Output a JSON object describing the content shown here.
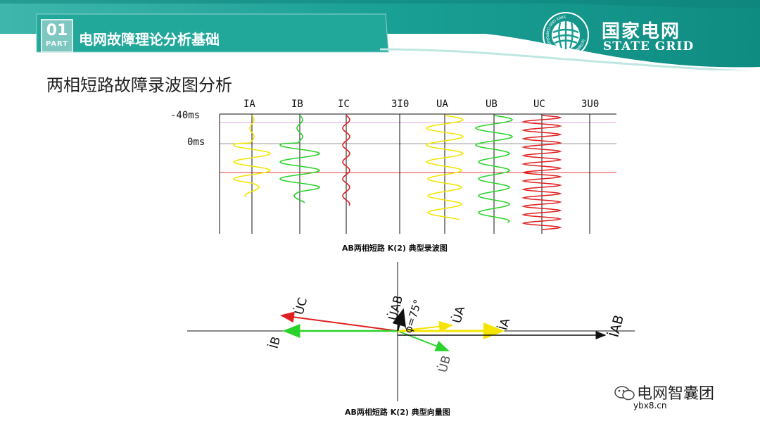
{
  "header": {
    "part_number": "01",
    "part_word": "PART",
    "section_title": "电网故障理论分析基础",
    "logo_cn": "国家电网",
    "logo_en": "STATE GRID",
    "logo_ring_text": "STATE GRID CORPORATION OF CHINA 国家电网公司",
    "colors": {
      "teal": "#1a9e94",
      "teal_dark": "#0e8279",
      "part_box": "#7fc7c1"
    }
  },
  "slide_title": "两相短路故障录波图分析",
  "waveform": {
    "channels": [
      "IA",
      "IB",
      "IC",
      "3I0",
      "UA",
      "UB",
      "UC",
      "3U0"
    ],
    "time_labels": [
      "-40ms",
      "0ms"
    ],
    "caption": "AB两相短路 K(2) 典型录波图",
    "colors": {
      "A": "#f4e400",
      "B": "#2bd22b",
      "C": "#e02020",
      "marker": "#e4a0e4",
      "fault": "#e23c3c"
    }
  },
  "vector": {
    "labels": {
      "uab": "U̇AB",
      "angle": "φ=75°",
      "ua": "U̇A",
      "ia": "İA",
      "iab": "İAB",
      "uc": "U̇C",
      "ib": "İB",
      "ub": "U̇B"
    },
    "caption": "AB两相短路 K(2) 典型向量图"
  },
  "watermark": {
    "text": "电网智囊团",
    "site": "ybx8.cn",
    "icon": "wechat-icon"
  }
}
